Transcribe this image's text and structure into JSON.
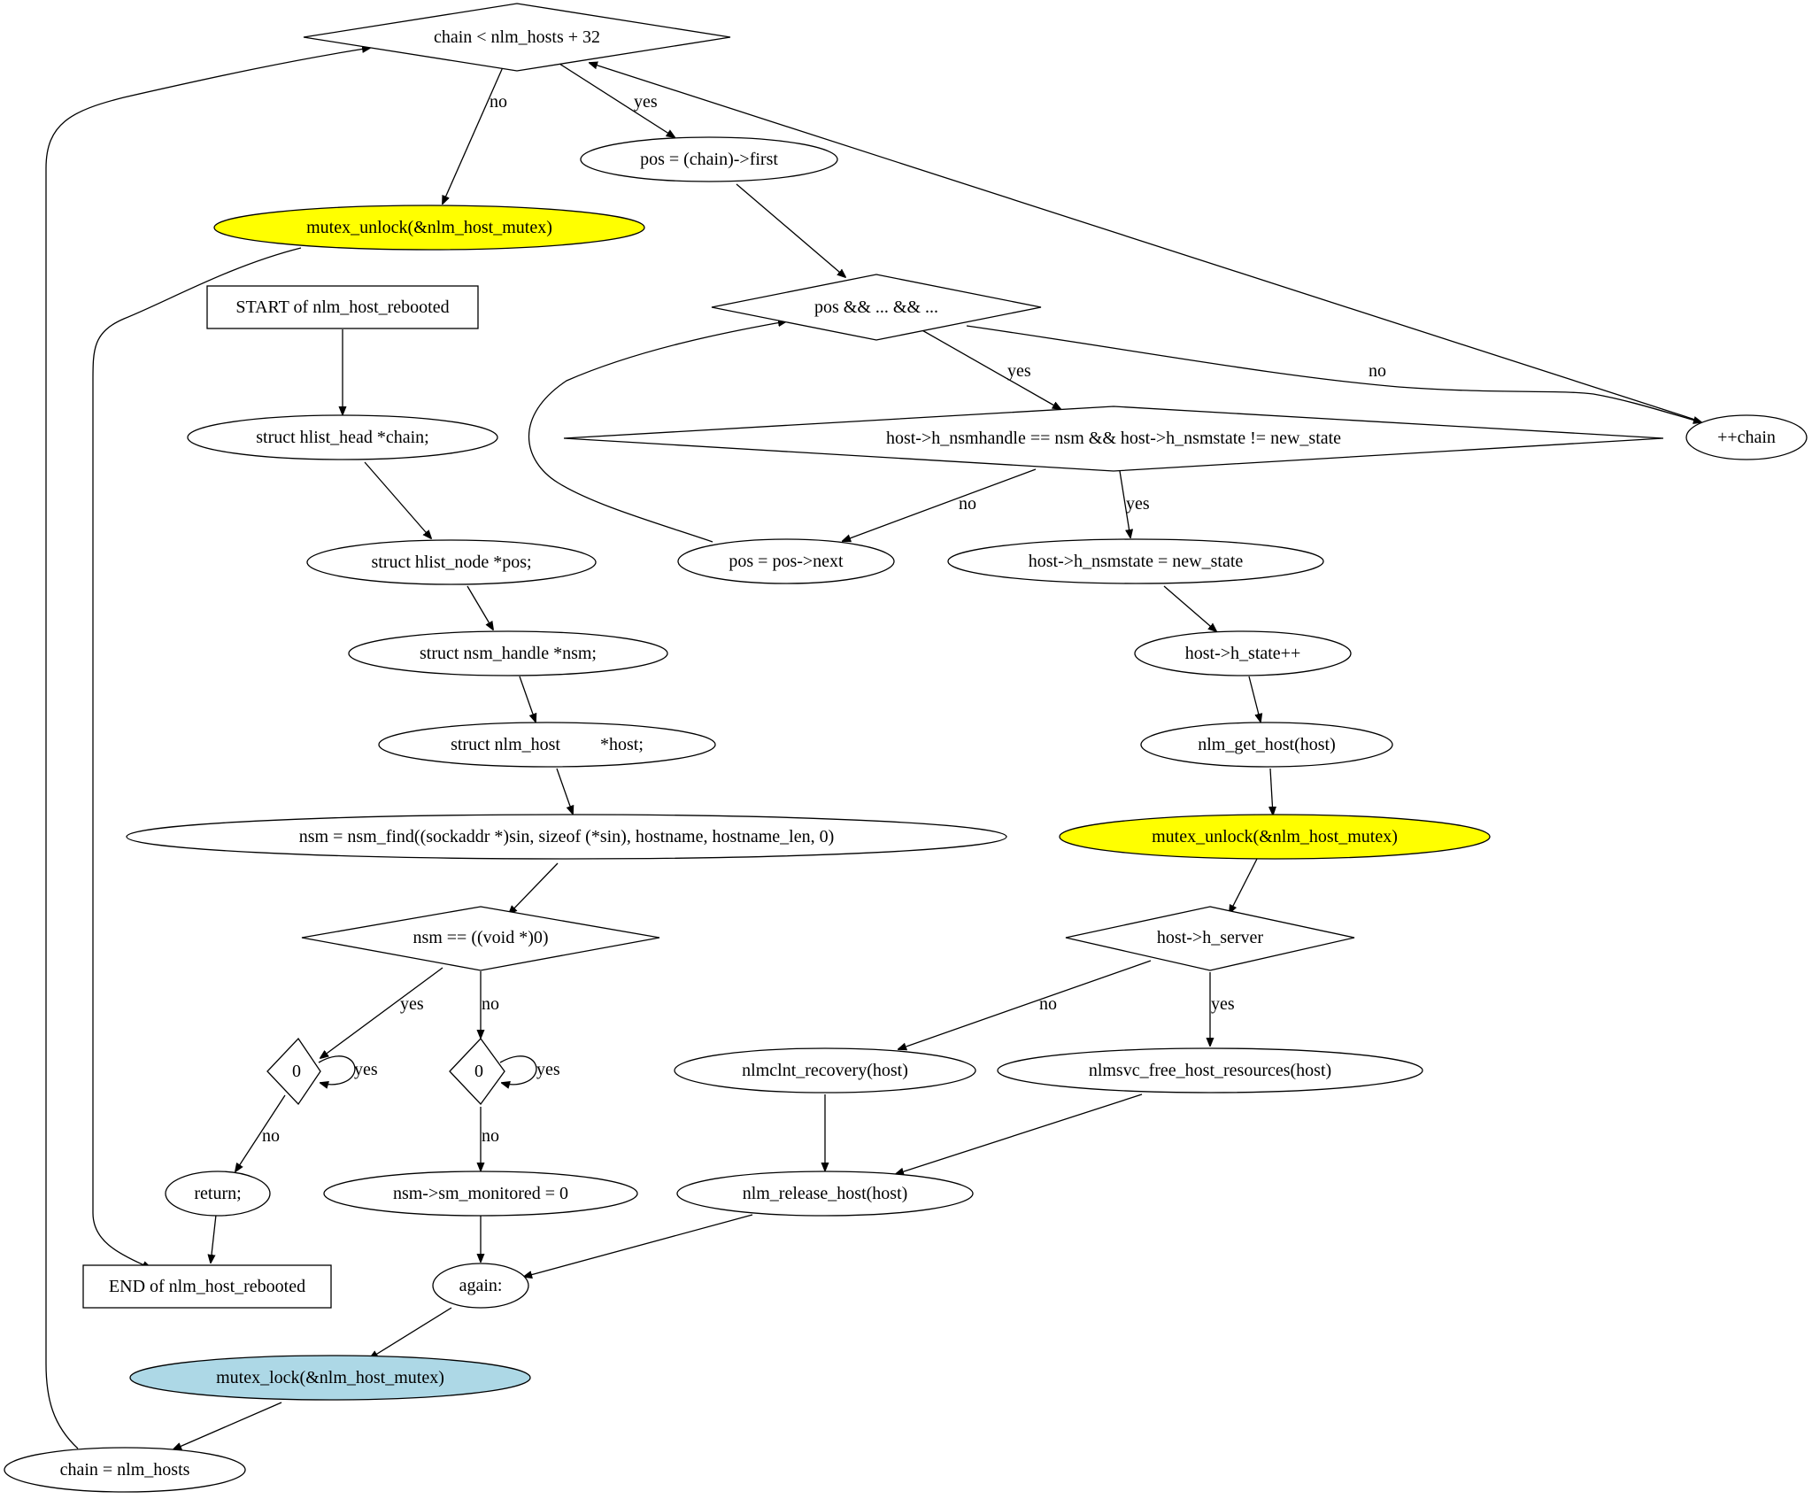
{
  "diagram": {
    "colors": {
      "yellow": "#ffff00",
      "lightblue": "#add8e6",
      "white": "#ffffff"
    },
    "nodes": {
      "chain_cond": "chain < nlm_hosts + 32",
      "mutex_unlock_1": "mutex_unlock(&nlm_host_mutex)",
      "pos_first": "pos = (chain)->first",
      "start": "START of nlm_host_rebooted",
      "pos_cond": "pos && ... && ...",
      "struct_chain": "struct hlist_head *chain;",
      "host_cond": "host->h_nsmhandle == nsm && host->h_nsmstate != new_state",
      "inc_chain": "++chain",
      "struct_pos": "struct hlist_node *pos;",
      "pos_next": "pos = pos->next",
      "set_nsmstate": "host->h_nsmstate = new_state",
      "struct_nsm": "struct nsm_handle *nsm;",
      "state_inc": "host->h_state++",
      "struct_host": "struct nlm_host         *host;",
      "get_host": "nlm_get_host(host)",
      "nsm_find": "nsm = nsm_find((sockaddr *)sin, sizeof (*sin), hostname, hostname_len, 0)",
      "mutex_unlock_2": "mutex_unlock(&nlm_host_mutex)",
      "nsm_null": "nsm == ((void *)0)",
      "h_server": "host->h_server",
      "zero_left": "0",
      "zero_right": "0",
      "nlmclnt_recovery": "nlmclnt_recovery(host)",
      "nlmsvc_free": "nlmsvc_free_host_resources(host)",
      "return": "return;",
      "sm_monitored": "nsm->sm_monitored = 0",
      "release_host": "nlm_release_host(host)",
      "end": "END of nlm_host_rebooted",
      "again": "again:",
      "mutex_lock": "mutex_lock(&nlm_host_mutex)",
      "chain_init": "chain = nlm_hosts"
    },
    "edge_labels": {
      "chain_no": "no",
      "chain_yes": "yes",
      "pos_yes": "yes",
      "pos_no": "no",
      "host_no": "no",
      "host_yes": "yes",
      "nsm_yes": "yes",
      "nsm_no": "no",
      "zl_yes": "yes",
      "zl_no": "no",
      "zr_yes": "yes",
      "zr_no": "no",
      "srv_no": "no",
      "srv_yes": "yes"
    }
  }
}
